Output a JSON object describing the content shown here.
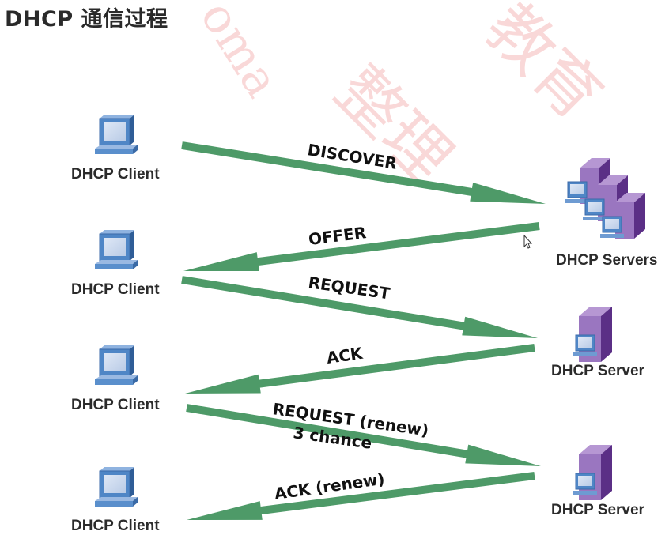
{
  "title": "DHCP 通信过程",
  "watermarks": [
    "oma",
    "整理",
    "教育"
  ],
  "clients": [
    {
      "label": "DHCP Client"
    },
    {
      "label": "DHCP Client"
    },
    {
      "label": "DHCP Client"
    },
    {
      "label": "DHCP Client"
    }
  ],
  "servers": [
    {
      "label": "DHCP Servers",
      "type": "multiple"
    },
    {
      "label": "DHCP Server",
      "type": "single"
    },
    {
      "label": "DHCP Server",
      "type": "single"
    }
  ],
  "messages": [
    {
      "label": "DISCOVER",
      "direction": "client-to-server"
    },
    {
      "label": "OFFER",
      "direction": "server-to-client"
    },
    {
      "label": "REQUEST",
      "direction": "client-to-server"
    },
    {
      "label": "ACK",
      "direction": "server-to-client"
    },
    {
      "label": "REQUEST (renew)",
      "sublabel": "3 chance",
      "direction": "client-to-server"
    },
    {
      "label": "ACK (renew)",
      "direction": "server-to-client"
    }
  ],
  "colors": {
    "arrow": "#4e9a68",
    "server": "#7a4d9b",
    "monitor": "#4f86c6",
    "watermark": "#f5b9b9"
  }
}
